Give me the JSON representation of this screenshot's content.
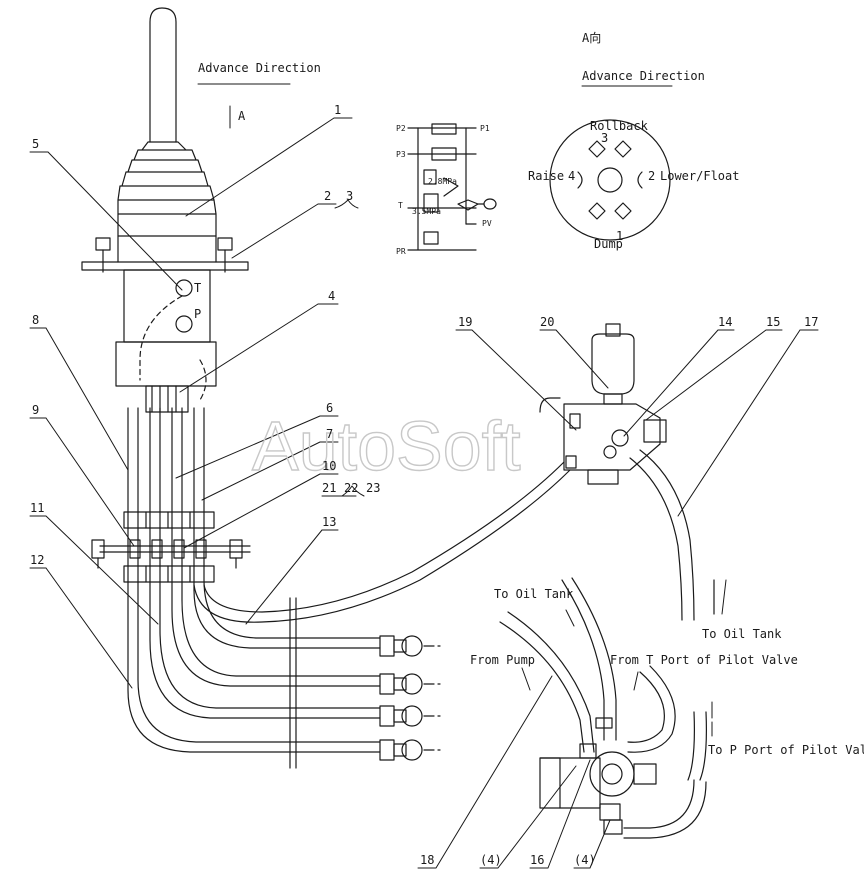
{
  "labels": {
    "advance_left": "Advance Direction",
    "section_a": "A",
    "view_a": "A向",
    "advance_right": "Advance Direction",
    "rollback": "Rollback",
    "raise": "Raise",
    "lower_float": "Lower/Float",
    "dump": "Dump",
    "port_t": "T",
    "port_p": "P",
    "to_oil_tank_1": "To Oil Tank",
    "to_oil_tank_2": "To Oil Tank",
    "from_t_port": "From T Port of Pilot Valve",
    "from_pump": "From Pump",
    "to_p_port": "To P Port of Pilot Valve",
    "watermark": "AutoSoft"
  },
  "positions": {
    "p1": "1",
    "p2": "2",
    "p3": "3",
    "p4": "4"
  },
  "schematic": {
    "p2": "P2",
    "p1": "P1",
    "p3": "P3",
    "t": "T",
    "pv": "PV",
    "pr": "PR",
    "v1": "2.8MPa",
    "v2": "3.5MPa"
  },
  "callouts": {
    "c1": "1",
    "c2": "2",
    "c3": "3",
    "c4": "4",
    "c5": "5",
    "c6": "6",
    "c7": "7",
    "c8": "8",
    "c9": "9",
    "c10": "10",
    "c11": "11",
    "c12": "12",
    "c13": "13",
    "c14": "14",
    "c15": "15",
    "c16": "16",
    "c17": "17",
    "c18": "18",
    "c19": "19",
    "c20": "20",
    "c21": "21",
    "c22": "22",
    "c23": "23",
    "c4a": "(4)",
    "c4b": "(4)"
  }
}
